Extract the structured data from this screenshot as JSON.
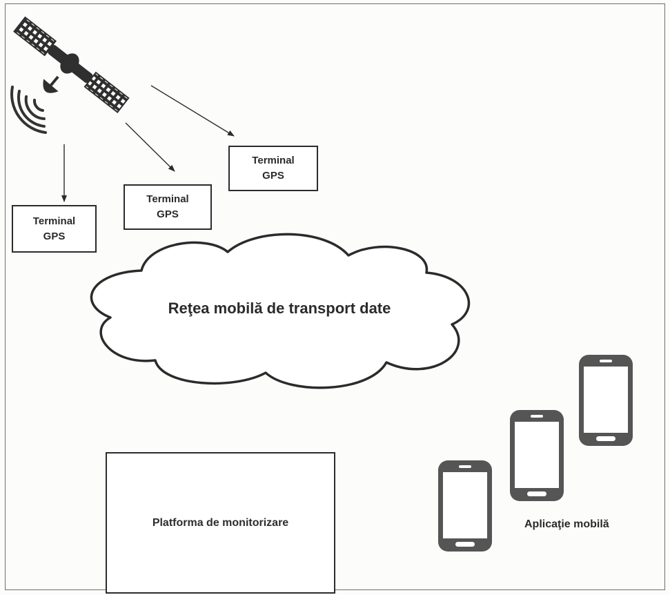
{
  "terminals": [
    {
      "line1": "Terminal",
      "line2": "GPS"
    },
    {
      "line1": "Terminal",
      "line2": "GPS"
    },
    {
      "line1": "Terminal",
      "line2": "GPS"
    }
  ],
  "cloud": {
    "label": "Reţea mobilă de transport date"
  },
  "platform": {
    "label": "Platforma de monitorizare"
  },
  "mobile_app": {
    "label": "Aplicaţie mobilă"
  },
  "icons": [
    "satellite-icon",
    "signal-waves-icon",
    "smartphone-icon"
  ],
  "colors": {
    "stroke": "#2b2b2b",
    "phone": "#555555",
    "background": "#fcfcfb"
  }
}
